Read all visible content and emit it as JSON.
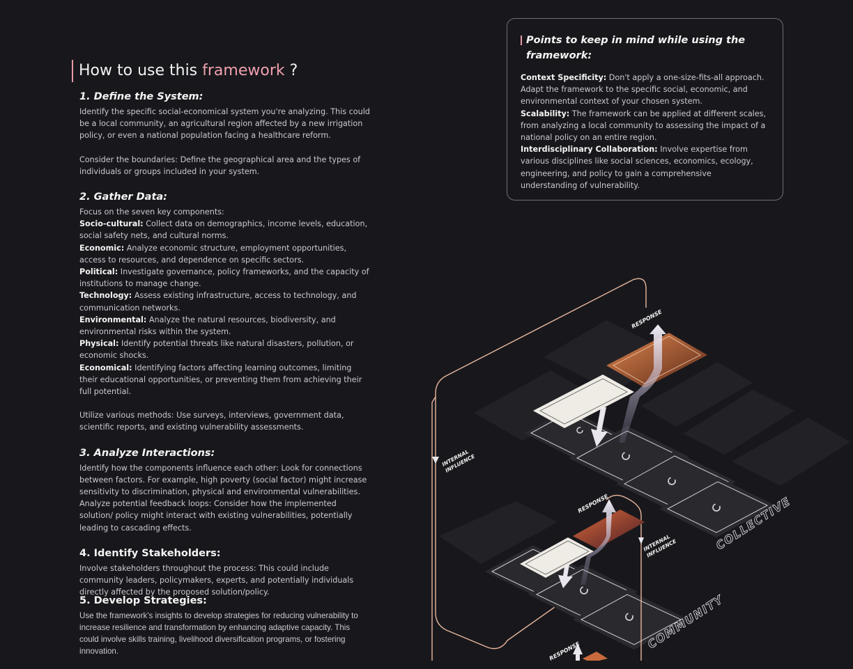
{
  "title": {
    "prefix": "How to use this ",
    "accent": "framework",
    "suffix": " ?"
  },
  "steps": [
    {
      "heading": "1. Define the System:",
      "p1": "Identify the specific social-economical system you're analyzing. This could be a local community, an agricultural region affected by a new irrigation policy, or even a national population facing a healthcare reform.",
      "p2": "Consider the boundaries: Define the geographical area and the types of individuals or groups included in your system."
    },
    {
      "heading": "2. Gather Data:",
      "intro": "Focus on the seven key components:",
      "items": [
        {
          "label": "Socio-cultural:",
          "text": " Collect data on demographics, income levels, education, social safety nets, and cultural norms."
        },
        {
          "label": "Economic:",
          "text": " Analyze economic structure, employment opportunities, access to resources, and dependence on specific sectors."
        },
        {
          "label": "Political:",
          "text": " Investigate governance, policy frameworks, and the capacity of institutions to manage change."
        },
        {
          "label": "Technology:",
          "text": " Assess existing infrastructure, access to technology, and communication networks."
        },
        {
          "label": "Environmental:",
          "text": " Analyze the natural resources, biodiversity, and environmental risks within the system."
        },
        {
          "label": "Physical:",
          "text": " Identify potential threats like natural disasters, pollution, or economic shocks."
        },
        {
          "label": "Economical:",
          "text": " Identifying factors affecting learning outcomes, limiting their educational opportunities, or preventing them from achieving their full potential."
        }
      ],
      "outro": "Utilize various methods: Use surveys, interviews, government data, scientific reports, and existing vulnerability assessments."
    },
    {
      "heading": "3. Analyze Interactions:",
      "p1": "Identify how the components influence each other: Look for connections between factors. For example, high poverty (social factor) might increase sensitivity to discrimination, physical and environmental vulnerabilities.",
      "p2": "Analyze potential feedback loops: Consider how the implemented solution/ policy might interact with existing vulnerabilities, potentially leading to cascading effects."
    },
    {
      "heading": "4. Identify Stakeholders:",
      "p1": "Involve stakeholders throughout the process: This could include community leaders, policymakers, experts, and potentially individuals directly affected by the proposed solution/policy."
    },
    {
      "heading": "5. Develop Strategies:",
      "p1": "Use the framework's insights to develop strategies for reducing vulnerability to increase resilience and transformation by enhancing adaptive capacity. This could involve skills training, livelihood diversification programs, or fostering innovation."
    }
  ],
  "notes": {
    "heading": "Points to keep in mind while using the framework:",
    "items": [
      {
        "label": "Context Specificity:",
        "text": " Don't apply a one-size-fits-all approach. Adapt the framework to the specific social, economic, and environmental context of your chosen system."
      },
      {
        "label": "Scalability:",
        "text": " The framework can be applied at different scales, from analyzing a local community to assessing the impact of a national policy on an entire region."
      },
      {
        "label": "Interdisciplinary Collaboration:",
        "text": " Involve expertise from various disciplines like social sciences, economics, ecology, engineering, and policy to gain a comprehensive understanding of vulnerability."
      }
    ]
  },
  "diagram": {
    "response": "RESPONSE",
    "internal": "INTERNAL",
    "influence": "INFLUENCE",
    "collective": "COLLECTIVE",
    "community": "COMMUNITY",
    "colors": {
      "frame": "#e9b79e",
      "orange": "#c86a3c",
      "card": "#efece6",
      "tile": "#2a2a2e"
    }
  }
}
